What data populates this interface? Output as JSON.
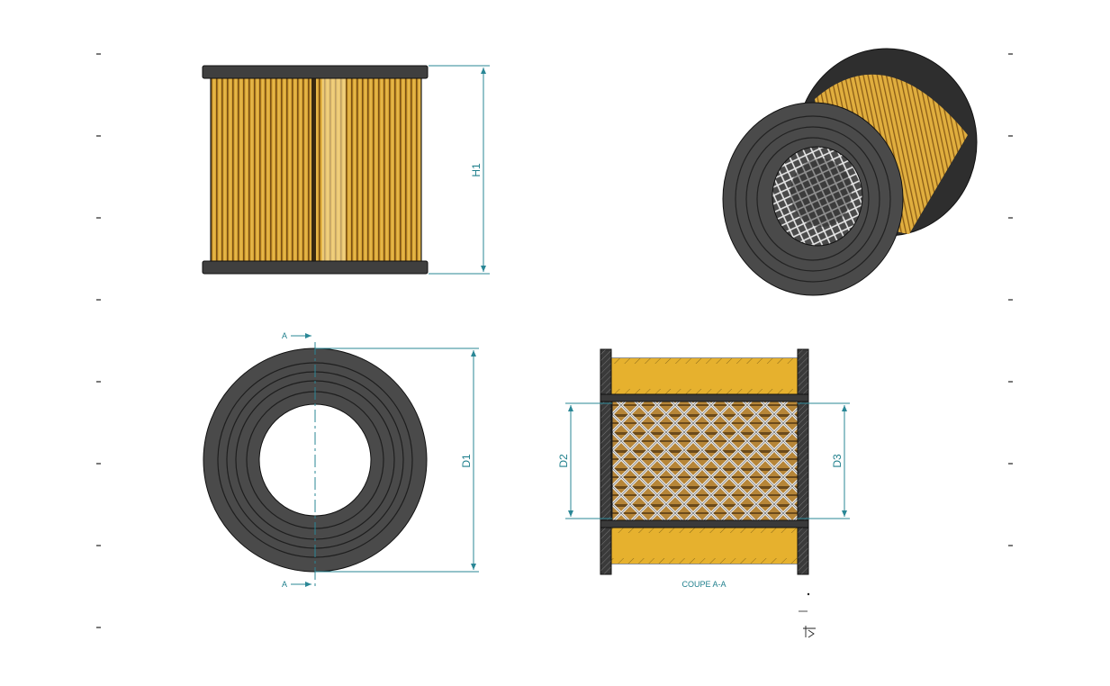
{
  "views": {
    "front": {
      "dimension_label": "H1"
    },
    "top": {
      "dimension_label": "D1",
      "section_marker": "A"
    },
    "section": {
      "left_dimension_label": "D2",
      "right_dimension_label": "D3",
      "caption": "COUPE A-A"
    }
  },
  "colors": {
    "rubber": "#4a4a4a",
    "rubber_dark": "#2b2b2b",
    "paper": "#d9a534",
    "paper_dark": "#8a5c16",
    "paper_section": "#e6b12e",
    "dimension": "#2a8796",
    "mesh": "#cfcfcf"
  }
}
